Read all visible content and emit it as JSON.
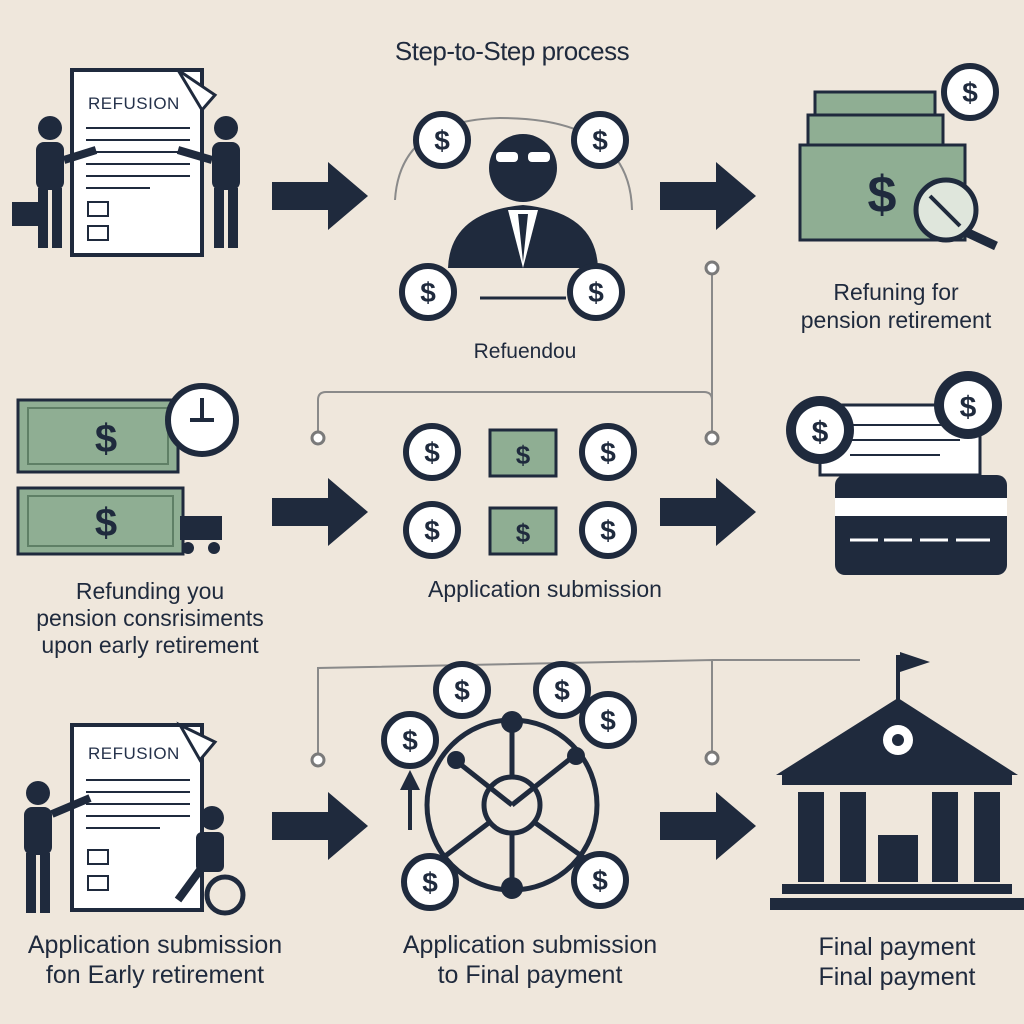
{
  "title": "Step-to-Step process",
  "documents": {
    "top_doc_heading": "REFUSION",
    "bottom_doc_heading": "REFUSION"
  },
  "currency_symbol": "$",
  "steps": [
    {
      "id": "center-top",
      "label_lines": [
        "Refuendou"
      ]
    },
    {
      "id": "right-top",
      "label_lines": [
        "Refuning for",
        "pension retirement"
      ]
    },
    {
      "id": "left-middle",
      "label_lines": [
        "Refunding you",
        "pension consrisiments",
        "upon early retirement"
      ]
    },
    {
      "id": "center-middle",
      "label_lines": [
        "Application submission"
      ]
    },
    {
      "id": "left-bottom",
      "label_lines": [
        "Application submission",
        "fon Early retirement"
      ]
    },
    {
      "id": "center-bottom",
      "label_lines": [
        "Application submission",
        "to Final payment"
      ]
    },
    {
      "id": "right-bottom",
      "label_lines": [
        "Final payment",
        "Final payment"
      ]
    }
  ],
  "colors": {
    "background": "#efe7dc",
    "navy": "#1f2a3d",
    "money_green": "#8fae93",
    "money_dark": "#5f7f66",
    "paper": "#ffffff",
    "connector": "#7a7a7a"
  }
}
